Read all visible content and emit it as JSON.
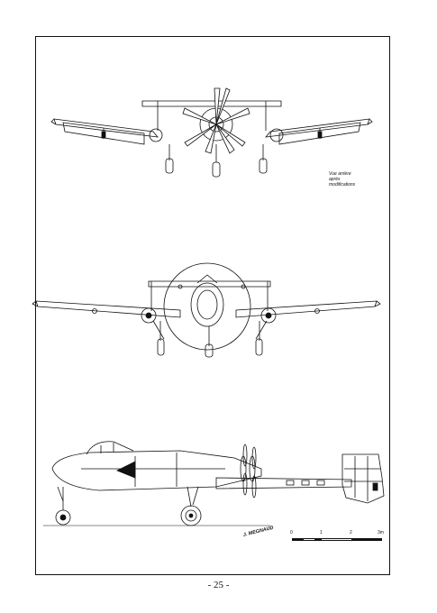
{
  "page": {
    "number": "- 25 -"
  },
  "views": {
    "rear": {
      "caption": [
        "Vue arrière",
        "après",
        "modifications"
      ]
    }
  },
  "signature": "J. MEGNAUD",
  "scale": {
    "labels": [
      "0",
      "1",
      "2",
      "3m"
    ]
  },
  "colors": {
    "ink": "#111111",
    "paper": "#ffffff"
  }
}
